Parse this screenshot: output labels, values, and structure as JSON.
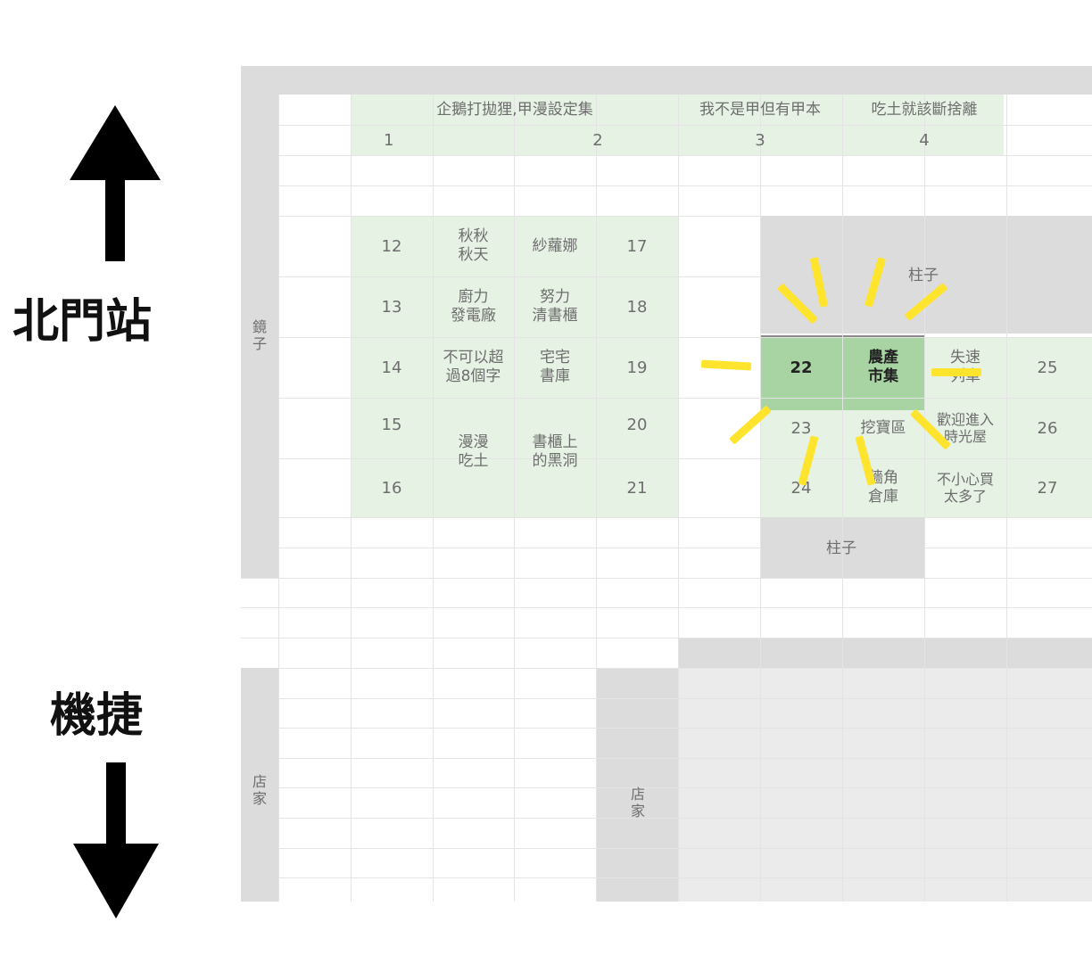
{
  "directions": {
    "north": {
      "label": "北門站",
      "arrow_icon": "arrow-up-icon"
    },
    "south": {
      "label": "機捷",
      "arrow_icon": "arrow-down-icon"
    }
  },
  "top_row": {
    "names": [
      "企鵝打拋狸,甲漫設定集",
      "我不是甲但有甲本",
      "吃土就該斷捨離"
    ],
    "numbers": [
      "1",
      "2",
      "3",
      "4"
    ]
  },
  "left_block": {
    "b12": "12",
    "b13": "13",
    "b14": "14",
    "b15": "15",
    "b16": "16",
    "b17": "17",
    "b18": "18",
    "b19": "19",
    "b20": "20",
    "b21": "21",
    "n_qiuqiu": "秋秋\n秋天",
    "n_shaluona": "紗蘿娜",
    "n_chuli": "廚力\n發電廠",
    "n_nuli": "努力\n清書櫃",
    "n_bukeyi": "不可以超\n過8個字",
    "n_zhaizhai": "宅宅\n書庫",
    "n_manman": "漫漫\n吃土",
    "n_shugui": "書櫃上\n的黑洞"
  },
  "right_block": {
    "b22": "22",
    "b23": "23",
    "b24": "24",
    "b25": "25",
    "b26": "26",
    "b27": "27",
    "n_nongchan": "農產\n市集",
    "n_shisu": "失速\n列車",
    "n_wabao": "挖寶區",
    "n_huanying": "歡迎進入\n時光屋",
    "n_qiangjiao": "牆角\n倉庫",
    "n_buxiaoxin": "不小心買\n太多了"
  },
  "labels": {
    "pillar": "柱子",
    "mirror": [
      "鏡",
      "子"
    ],
    "shop": [
      "店",
      "家"
    ]
  },
  "colors": {
    "booth_green": "#e6f2e4",
    "highlight_green": "#a8d3a2",
    "gray_area": "#dcdcdc",
    "light_gray": "#ebebeb",
    "spark_yellow": "#ffe42e"
  }
}
